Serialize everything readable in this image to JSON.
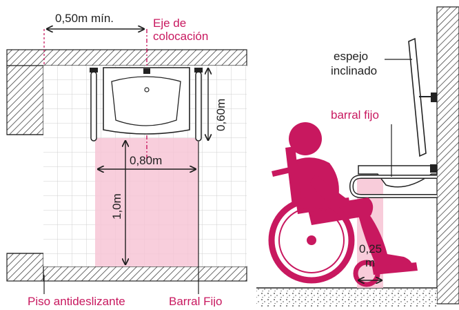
{
  "plan_view": {
    "dimensions": {
      "min_offset": "0,50m mín.",
      "clear_width": "0,80m",
      "clear_depth": "1,0m",
      "sink_depth": "0,60m"
    },
    "labels": {
      "axis_line_1": "Eje de",
      "axis_line_2": "colocación",
      "floor": "Piso antideslizante",
      "grab_bar": "Barral Fijo"
    }
  },
  "section_view": {
    "labels": {
      "mirror_line_1": "espejo",
      "mirror_line_2": "inclinado",
      "grab_bar": "barral fijo",
      "knee_clearance_line_1": "0,25",
      "knee_clearance_line_2": "m"
    }
  },
  "colors": {
    "accent": "#c8185f",
    "accent_light": "#f7c6d6",
    "text_dark": "#1f1f1f",
    "line": "#2a2a2a",
    "tile_grid": "#cfcfcf"
  }
}
